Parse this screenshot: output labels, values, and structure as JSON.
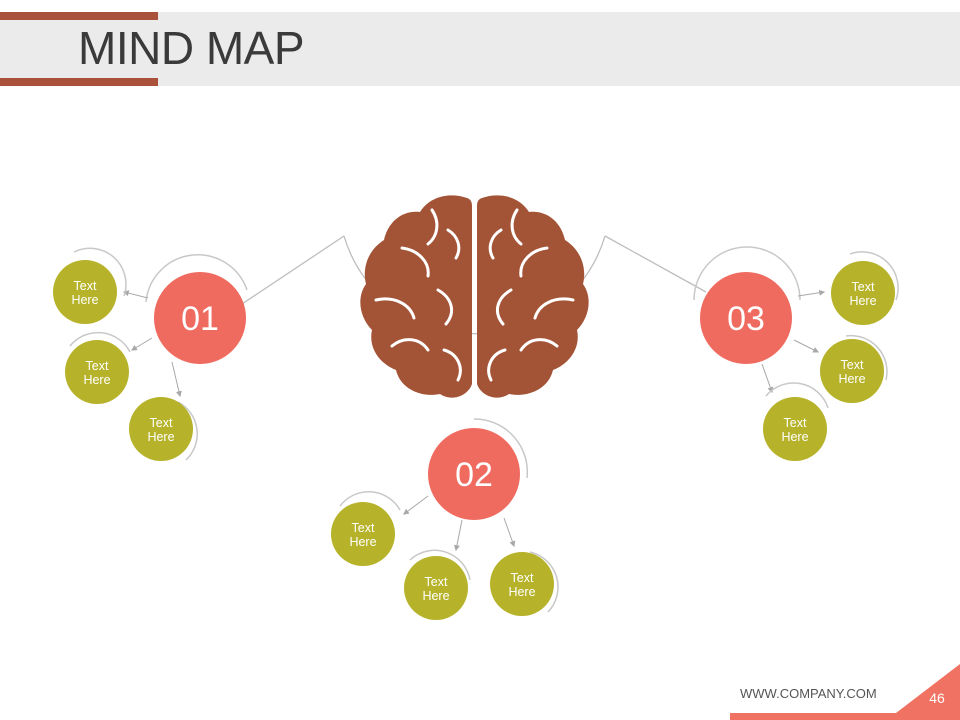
{
  "title": "MIND MAP",
  "colors": {
    "accent_brown": "#a9513a",
    "hub_coral": "#f06b5f",
    "leaf_olive": "#b6b22a",
    "brain": "#a45436",
    "connector_gray": "#bdbdbd",
    "footer_coral": "#f07262"
  },
  "center_icon": "brain-icon",
  "hubs": [
    {
      "number": "01",
      "leaves": [
        {
          "line1": "Text",
          "line2": "Here"
        },
        {
          "line1": "Text",
          "line2": "Here"
        },
        {
          "line1": "Text",
          "line2": "Here"
        }
      ]
    },
    {
      "number": "02",
      "leaves": [
        {
          "line1": "Text",
          "line2": "Here"
        },
        {
          "line1": "Text",
          "line2": "Here"
        },
        {
          "line1": "Text",
          "line2": "Here"
        }
      ]
    },
    {
      "number": "03",
      "leaves": [
        {
          "line1": "Text",
          "line2": "Here"
        },
        {
          "line1": "Text",
          "line2": "Here"
        },
        {
          "line1": "Text",
          "line2": "Here"
        }
      ]
    }
  ],
  "footer": {
    "url": "WWW.COMPANY.COM",
    "page_number": "46"
  }
}
